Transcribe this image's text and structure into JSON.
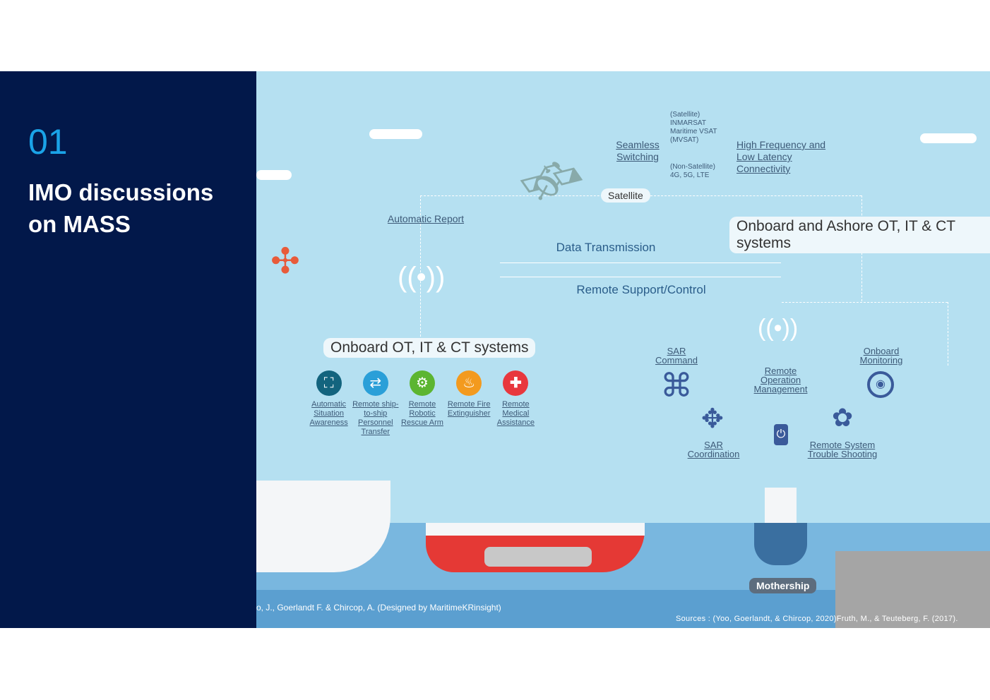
{
  "slide": {
    "number": "01",
    "title": "IMO discussions on MASS"
  },
  "diagram": {
    "seamless": "Seamless Switching",
    "satellite_list": "(Satellite) INMARSAT Maritime VSAT (MVSAT)",
    "non_satellite": "(Non-Satellite) 4G, 5G, LTE",
    "high_freq": "High Frequency and Low Latency Connectivity",
    "satellite": "Satellite",
    "automatic_report": "Automatic Report",
    "ashore_systems": "Onboard and Ashore OT, IT & CT systems",
    "data_transmission": "Data Transmission",
    "remote_support": "Remote Support/Control",
    "onboard_systems": "Onboard OT, IT & CT systems",
    "services": [
      {
        "label": "Automatic Situation Awareness",
        "color": "#13647e",
        "icon": "frame-icon"
      },
      {
        "label": "Remote ship-to-ship Personnel Transfer",
        "color": "#2a9fd8",
        "icon": "transfer-icon"
      },
      {
        "label": "Remote Robotic Rescue Arm",
        "color": "#5cb531",
        "icon": "robot-arm-icon"
      },
      {
        "label": "Remote Fire Extinguisher",
        "color": "#f39a1e",
        "icon": "fire-icon"
      },
      {
        "label": "Remote Medical Assistance",
        "color": "#e8373d",
        "icon": "medical-cross-icon"
      }
    ],
    "sar_command": "SAR Command",
    "sar_coordination": "SAR Coordination",
    "remote_operation": "Remote Operation Management",
    "onboard_monitoring": "Onboard Monitoring",
    "remote_trouble": "Remote System Trouble Shooting",
    "mothership": "Mothership",
    "credit": "o, J., Goerlandt F. & Chircop, A. (Designed by MaritimeKRinsight)"
  },
  "sources": "Sources :  (Yoo, Goerlandt, & Chircop, 2020)Fruth, M., & Teuteberg, F. (2017)."
}
